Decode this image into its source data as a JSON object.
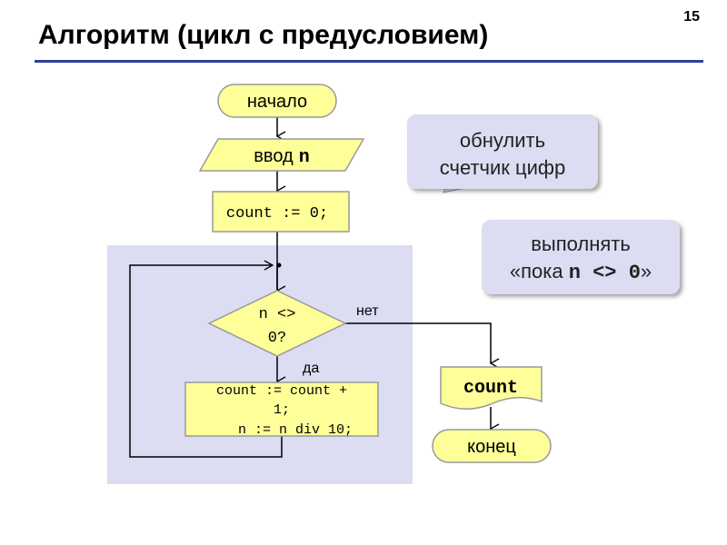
{
  "slide_number": "15",
  "title": "Алгоритм (цикл с предусловием)",
  "flowchart": {
    "start_label": "начало",
    "input_label": "ввод",
    "input_var": "n",
    "init_label": "count := 0;",
    "condition_line1": "n <>",
    "condition_line2": "0?",
    "no_label": "нет",
    "yes_label": "да",
    "body_line1": "count := count +",
    "body_line2": "1;",
    "body_line3": "n := n div 10;",
    "output_label": "count",
    "end_label": "конец"
  },
  "callouts": {
    "reset_line1": "обнулить",
    "reset_line2": "счетчик цифр",
    "loop_line1": "выполнять",
    "loop_prefix": "«пока ",
    "loop_code": "n <> 0",
    "loop_suffix": "»"
  },
  "colors": {
    "block_fill": "#ffff99",
    "block_stroke": "#999999",
    "loop_area": "#dcdcf2",
    "title_rule": "#2f3f9e"
  }
}
